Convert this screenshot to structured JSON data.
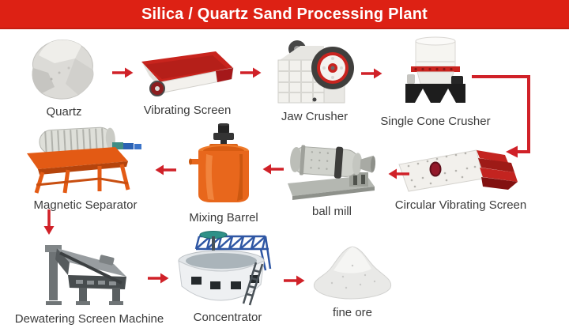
{
  "header": {
    "title": "Silica / Quartz Sand Processing Plant"
  },
  "colors": {
    "banner_red": "#dd2114",
    "arrow_red": "#d02128",
    "machine_red": "#c9241f",
    "machine_orange": "#e8671c",
    "label_gray": "#3b3b3b",
    "title_white": "#ffffff"
  },
  "stages": [
    {
      "id": "quartz",
      "label": "Quartz",
      "icon": "quartz-rock-icon"
    },
    {
      "id": "vibrating-screen",
      "label": "Vibrating Screen",
      "icon": "vibrating-screen-icon"
    },
    {
      "id": "jaw-crusher",
      "label": "Jaw Crusher",
      "icon": "jaw-crusher-icon"
    },
    {
      "id": "single-cone-crusher",
      "label": "Single Cone Crusher",
      "icon": "cone-crusher-icon"
    },
    {
      "id": "circular-vibrating-screen",
      "label": "Circular Vibrating Screen",
      "icon": "circular-vibrating-screen-icon"
    },
    {
      "id": "ball-mill",
      "label": "ball mill",
      "icon": "ball-mill-icon"
    },
    {
      "id": "mixing-barrel",
      "label": "Mixing Barrel",
      "icon": "mixing-barrel-icon"
    },
    {
      "id": "magnetic-separator",
      "label": "Magnetic Separator",
      "icon": "magnetic-separator-icon"
    },
    {
      "id": "dewatering-screen-machine",
      "label": "Dewatering Screen Machine",
      "icon": "dewatering-screen-icon"
    },
    {
      "id": "concentrator",
      "label": "Concentrator",
      "icon": "concentrator-icon"
    },
    {
      "id": "fine-ore",
      "label": "fine ore",
      "icon": "fine-ore-pile-icon"
    }
  ],
  "arrows": [
    {
      "from": "Quartz",
      "to": "Vibrating Screen",
      "direction": "right"
    },
    {
      "from": "Vibrating Screen",
      "to": "Jaw Crusher",
      "direction": "right"
    },
    {
      "from": "Jaw Crusher",
      "to": "Single Cone Crusher",
      "direction": "right"
    },
    {
      "from": "Single Cone Crusher",
      "to": "Circular Vibrating Screen",
      "direction": "elbow-right-down-left"
    },
    {
      "from": "Circular Vibrating Screen",
      "to": "ball mill",
      "direction": "left"
    },
    {
      "from": "ball mill",
      "to": "Mixing Barrel",
      "direction": "left"
    },
    {
      "from": "Mixing Barrel",
      "to": "Magnetic Separator",
      "direction": "left"
    },
    {
      "from": "Magnetic Separator",
      "to": "Dewatering Screen Machine",
      "direction": "down"
    },
    {
      "from": "Dewatering Screen Machine",
      "to": "Concentrator",
      "direction": "right"
    },
    {
      "from": "Concentrator",
      "to": "fine ore",
      "direction": "right"
    }
  ]
}
